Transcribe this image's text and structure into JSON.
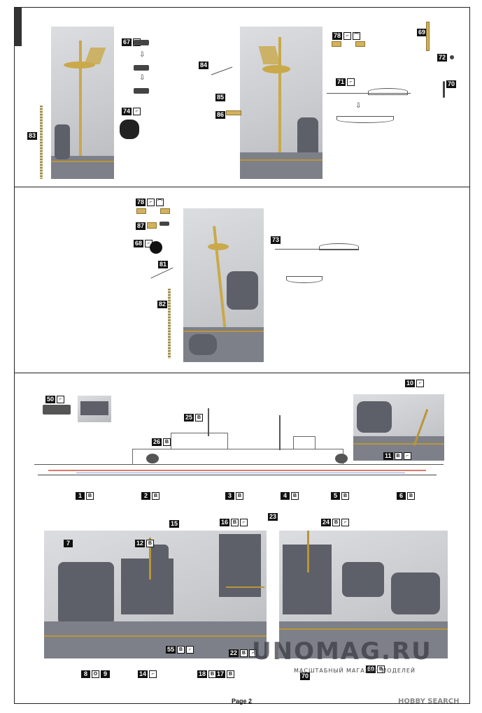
{
  "parts": {
    "p67": "67",
    "p74": "74",
    "p83": "83",
    "p84": "84",
    "p85": "85",
    "p86": "86",
    "p78a": "78",
    "p71": "71",
    "p69": "69",
    "p72": "72",
    "p70": "70",
    "p78b": "78",
    "p87": "87",
    "p68": "68",
    "p81": "81",
    "p82": "82",
    "p73": "73",
    "p50": "50",
    "p10": "10",
    "p25": "25",
    "p26": "26",
    "p11": "11",
    "p1": "1",
    "p2": "2",
    "p3": "3",
    "p4": "4",
    "p5": "5",
    "p6": "6",
    "p7": "7",
    "p12": "12",
    "p15": "15",
    "p16": "16",
    "p23": "23",
    "p24": "24",
    "p55": "55",
    "p22": "22",
    "p8": "8",
    "p9": "9",
    "p14": "14",
    "p18": "18",
    "p17": "17",
    "p60": "60",
    "p70b": "70"
  },
  "codes": {
    "B": "B",
    "O": "O"
  },
  "footer": {
    "page": "Page 2",
    "watermark": "UNOMAG.RU",
    "watermark_sub": "МАСШТАБНЫЙ МАГАЗИН МОДЕЛЕЙ",
    "hobby": "HOBBY SEARCH"
  }
}
